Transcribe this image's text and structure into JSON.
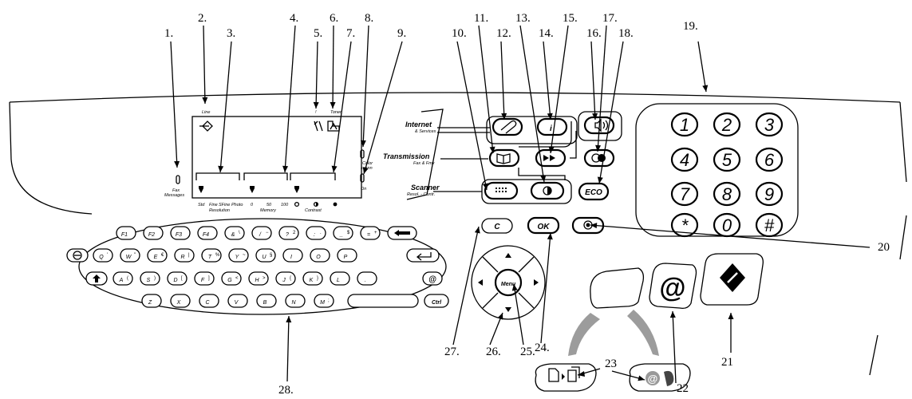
{
  "callouts": [
    "1.",
    "2.",
    "3.",
    "4.",
    "5.",
    "6.",
    "7.",
    "8.",
    "9.",
    "10.",
    "11.",
    "12.",
    "13.",
    "14.",
    "15.",
    "16.",
    "17.",
    "18.",
    "19.",
    "20",
    "21",
    "22",
    "23",
    "24.",
    "25.",
    "26.",
    "27.",
    "28."
  ],
  "display": {
    "line": "Line",
    "toner_excl": "!",
    "toner": "Toner",
    "fax_line1": "Fax",
    "fax_line2": "Messages",
    "color1": "Color",
    "color2": "scann",
    "on": "On",
    "res_ticks": [
      "Std",
      "Fine",
      "SFine",
      "Photo"
    ],
    "resolution": "Resolution",
    "mem_ticks": [
      "0",
      "50",
      "100"
    ],
    "memory": "Memory",
    "contrast": "Contrast"
  },
  "groups": {
    "internet": "Internet",
    "internet_sub": "& Services",
    "transmission": "Transmission",
    "transmission_sub": "Fax & Fmx",
    "scanner": "Scanner",
    "scanner_sub": "Resol. - Contr."
  },
  "buttons": {
    "eco": "ECO",
    "c": "C",
    "ok": "OK",
    "menu": "Menu",
    "at": "@"
  },
  "keypad": [
    "1",
    "2",
    "3",
    "4",
    "5",
    "6",
    "7",
    "8",
    "9",
    "*",
    "0",
    "#"
  ],
  "keyboard": {
    "row1": [
      "F1",
      "F2",
      "F3",
      "F4",
      "&",
      "/",
      "?",
      ":",
      "_",
      "="
    ],
    "row1_sub": [
      "",
      "",
      "",
      "",
      "\\",
      "−",
      "2",
      ".",
      "$",
      "+"
    ],
    "row2": [
      "Q",
      "W",
      "E",
      "R",
      "T",
      "Y",
      "U",
      "I",
      "O",
      "P"
    ],
    "row2_sub": [
      "'",
      "\"",
      "€",
      "|",
      "%",
      "~",
      "§",
      "",
      "",
      ""
    ],
    "row3": [
      "A",
      "S",
      "D",
      "F",
      "G",
      "H",
      "J",
      "K",
      "L",
      "."
    ],
    "row3_sub": [
      "(",
      ")",
      "[",
      "]",
      "<",
      ">",
      "{",
      "}",
      "",
      ""
    ],
    "row4": [
      "Z",
      "X",
      "C",
      "V",
      "B",
      "N",
      "M"
    ],
    "row4_sub": [
      "",
      "",
      "",
      "",
      "",
      "",
      ";"
    ],
    "ctrl": "Ctrl",
    "at": "@"
  }
}
